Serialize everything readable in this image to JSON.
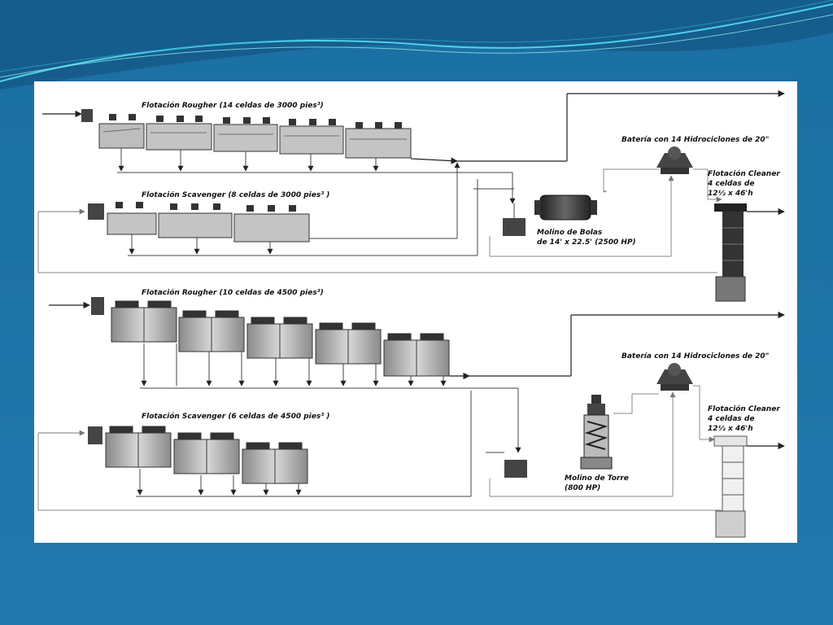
{
  "colors": {
    "background": "#1d72a6",
    "panel": "#ffffff",
    "line": "#333333",
    "recycle_line": "#888888"
  },
  "circuit_1": {
    "rougher_label": "Flotación Rougher (14 celdas de 3000 pies³)",
    "scavenger_label": "Flotación Scavenger (8 celdas de 3000 pies³ )",
    "mill_label_line1": "Molino de Bolas",
    "mill_label_line2": "de 14'  x 22.5' (2500 HP)",
    "cyclone_label": "Batería con 14 Hidrociclones de 20\"",
    "cleaner_label_line1": "Flotación Cleaner",
    "cleaner_label_line2": "4 celdas de",
    "cleaner_label_line3": "12½  x 46'h"
  },
  "circuit_2": {
    "rougher_label": "Flotación Rougher (10 celdas de 4500 pies³)",
    "scavenger_label": "Flotación Scavenger (6 celdas de 4500 pies³ )",
    "mill_label_line1": "Molino de Torre",
    "mill_label_line2": "(800 HP)",
    "cyclone_label": "Batería con 14 Hidrociclones de 20\"",
    "cleaner_label_line1": "Flotación Cleaner",
    "cleaner_label_line2": "4 celdas de",
    "cleaner_label_line3": "12½  x 46'h"
  }
}
